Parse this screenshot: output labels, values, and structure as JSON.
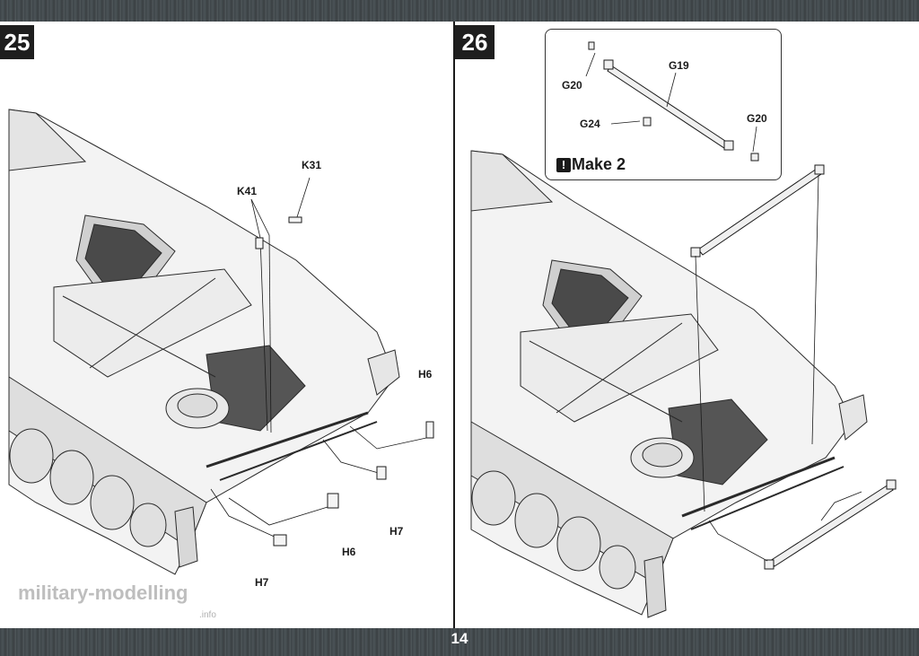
{
  "page": {
    "number": "14"
  },
  "steps": [
    {
      "number": "25",
      "labels": {
        "k41": "K41",
        "k31": "K31",
        "h6_upper": "H6",
        "h7_right": "H7",
        "h6_lower": "H6",
        "h7_left": "H7"
      }
    },
    {
      "number": "26",
      "inset": {
        "labels": {
          "g20_top": "G20",
          "g19": "G19",
          "g24": "G24",
          "g20_right": "G20"
        },
        "note": "Make 2",
        "note_icon": "!"
      }
    }
  ],
  "watermark": {
    "text": "military-modelling",
    "suffix": ".info"
  },
  "colors": {
    "band": "#434a4d",
    "badge": "#1e1e1e",
    "line": "#1a1a1a"
  }
}
